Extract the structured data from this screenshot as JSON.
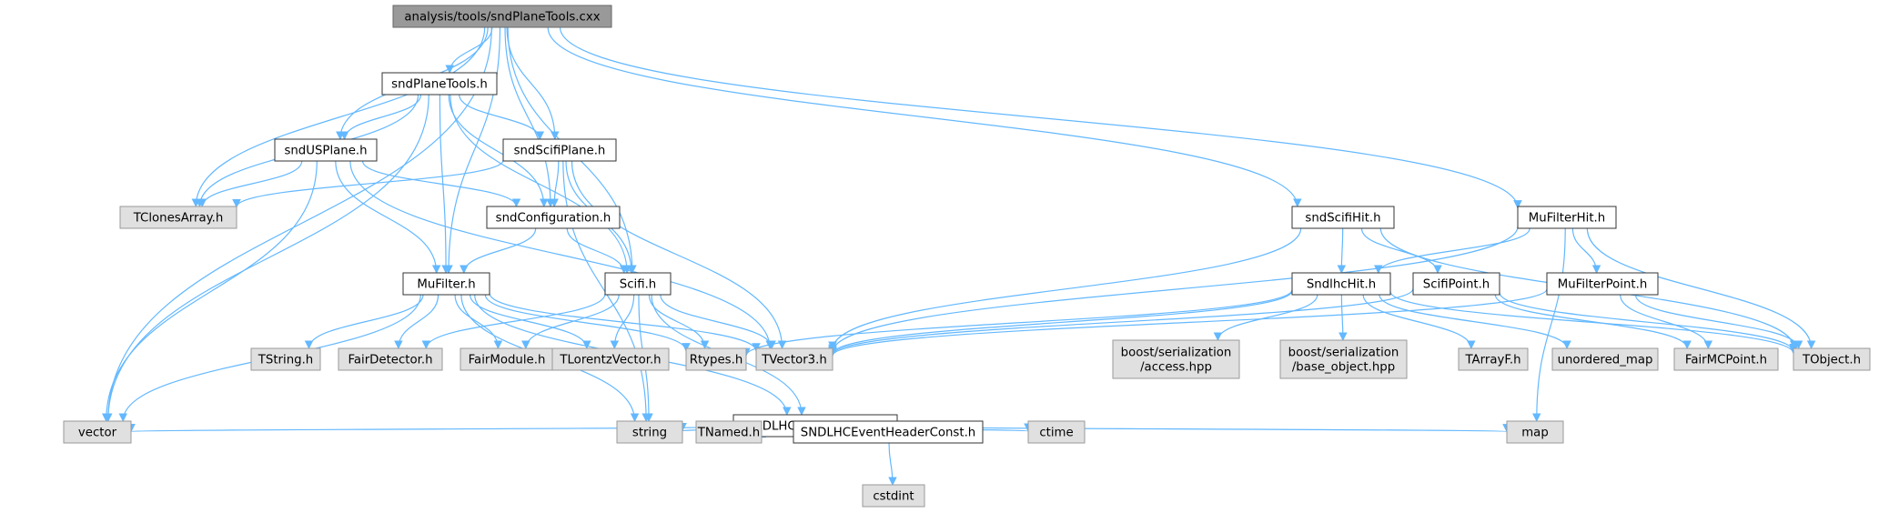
{
  "diagram": {
    "colors": {
      "edge": "#63b8ff",
      "root_fill": "#999999",
      "root_stroke": "#666666",
      "documented_fill": "#ffffff",
      "documented_stroke": "#333333",
      "external_fill": "#e0e0e0",
      "external_stroke": "#999999",
      "text": "#000000"
    },
    "nodes": [
      {
        "id": "root",
        "kind": "root",
        "lines": [
          "analysis/tools/sndPlaneTools.cxx"
        ]
      },
      {
        "id": "sndPlaneTools",
        "kind": "documented",
        "lines": [
          "sndPlaneTools.h"
        ]
      },
      {
        "id": "sndUSPlane",
        "kind": "documented",
        "lines": [
          "sndUSPlane.h"
        ]
      },
      {
        "id": "sndScifiPlane",
        "kind": "documented",
        "lines": [
          "sndScifiPlane.h"
        ]
      },
      {
        "id": "TClonesArray",
        "kind": "external",
        "lines": [
          "TClonesArray.h"
        ]
      },
      {
        "id": "sndConfiguration",
        "kind": "documented",
        "lines": [
          "sndConfiguration.h"
        ]
      },
      {
        "id": "MuFilter",
        "kind": "documented",
        "lines": [
          "MuFilter.h"
        ]
      },
      {
        "id": "Scifi",
        "kind": "documented",
        "lines": [
          "Scifi.h"
        ]
      },
      {
        "id": "sndScifiHit",
        "kind": "documented",
        "lines": [
          "sndScifiHit.h"
        ]
      },
      {
        "id": "MuFilterHit",
        "kind": "documented",
        "lines": [
          "MuFilterHit.h"
        ]
      },
      {
        "id": "SndlhcHit",
        "kind": "documented",
        "lines": [
          "SndlhcHit.h"
        ]
      },
      {
        "id": "ScifiPoint",
        "kind": "documented",
        "lines": [
          "ScifiPoint.h"
        ]
      },
      {
        "id": "MuFilterPoint",
        "kind": "documented",
        "lines": [
          "MuFilterPoint.h"
        ]
      },
      {
        "id": "TString",
        "kind": "external",
        "lines": [
          "TString.h"
        ]
      },
      {
        "id": "FairDetector",
        "kind": "external",
        "lines": [
          "FairDetector.h"
        ]
      },
      {
        "id": "FairModule",
        "kind": "external",
        "lines": [
          "FairModule.h"
        ]
      },
      {
        "id": "TLorentzVector",
        "kind": "external",
        "lines": [
          "TLorentzVector.h"
        ]
      },
      {
        "id": "SNDLHCEventHeader",
        "kind": "documented",
        "lines": [
          "SNDLHCEventHeader.h"
        ]
      },
      {
        "id": "Rtypes",
        "kind": "external",
        "lines": [
          "Rtypes.h"
        ]
      },
      {
        "id": "TVector3",
        "kind": "external",
        "lines": [
          "TVector3.h"
        ]
      },
      {
        "id": "boost_access",
        "kind": "external",
        "lines": [
          "boost/serialization",
          "/access.hpp"
        ]
      },
      {
        "id": "boost_base",
        "kind": "external",
        "lines": [
          "boost/serialization",
          "/base_object.hpp"
        ]
      },
      {
        "id": "TArrayF",
        "kind": "external",
        "lines": [
          "TArrayF.h"
        ]
      },
      {
        "id": "unordered_map",
        "kind": "external",
        "lines": [
          "unordered_map"
        ]
      },
      {
        "id": "FairMCPoint",
        "kind": "external",
        "lines": [
          "FairMCPoint.h"
        ]
      },
      {
        "id": "TObject",
        "kind": "external",
        "lines": [
          "TObject.h"
        ]
      },
      {
        "id": "vector",
        "kind": "external",
        "lines": [
          "vector"
        ]
      },
      {
        "id": "string",
        "kind": "external",
        "lines": [
          "string"
        ]
      },
      {
        "id": "TNamed",
        "kind": "external",
        "lines": [
          "TNamed.h"
        ]
      },
      {
        "id": "SNDLHCEventHeaderConst",
        "kind": "documented",
        "lines": [
          "SNDLHCEventHeaderConst.h"
        ]
      },
      {
        "id": "ctime",
        "kind": "external",
        "lines": [
          "ctime"
        ]
      },
      {
        "id": "map",
        "kind": "external",
        "lines": [
          "map"
        ]
      },
      {
        "id": "cstdint",
        "kind": "external",
        "lines": [
          "cstdint"
        ]
      }
    ],
    "edges": [
      [
        "root",
        "sndPlaneTools"
      ],
      [
        "root",
        "sndUSPlane"
      ],
      [
        "root",
        "sndScifiPlane"
      ],
      [
        "root",
        "TClonesArray"
      ],
      [
        "root",
        "sndConfiguration"
      ],
      [
        "root",
        "MuFilter"
      ],
      [
        "root",
        "Scifi"
      ],
      [
        "root",
        "vector"
      ],
      [
        "root",
        "sndScifiHit"
      ],
      [
        "root",
        "MuFilterHit"
      ],
      [
        "sndPlaneTools",
        "sndUSPlane"
      ],
      [
        "sndPlaneTools",
        "sndScifiPlane"
      ],
      [
        "sndPlaneTools",
        "TClonesArray"
      ],
      [
        "sndPlaneTools",
        "sndConfiguration"
      ],
      [
        "sndPlaneTools",
        "MuFilter"
      ],
      [
        "sndPlaneTools",
        "Scifi"
      ],
      [
        "sndPlaneTools",
        "vector"
      ],
      [
        "sndUSPlane",
        "TClonesArray"
      ],
      [
        "sndUSPlane",
        "sndConfiguration"
      ],
      [
        "sndUSPlane",
        "MuFilter"
      ],
      [
        "sndUSPlane",
        "TVector3"
      ],
      [
        "sndUSPlane",
        "vector"
      ],
      [
        "sndScifiPlane",
        "TClonesArray"
      ],
      [
        "sndScifiPlane",
        "sndConfiguration"
      ],
      [
        "sndScifiPlane",
        "Scifi"
      ],
      [
        "sndScifiPlane",
        "TVector3"
      ],
      [
        "sndScifiPlane",
        "string"
      ],
      [
        "sndConfiguration",
        "MuFilter"
      ],
      [
        "sndConfiguration",
        "Scifi"
      ],
      [
        "MuFilter",
        "TString"
      ],
      [
        "MuFilter",
        "FairDetector"
      ],
      [
        "MuFilter",
        "FairModule"
      ],
      [
        "MuFilter",
        "TLorentzVector"
      ],
      [
        "MuFilter",
        "SNDLHCEventHeader"
      ],
      [
        "MuFilter",
        "Rtypes"
      ],
      [
        "MuFilter",
        "TVector3"
      ],
      [
        "MuFilter",
        "vector"
      ],
      [
        "MuFilter",
        "string"
      ],
      [
        "Scifi",
        "FairDetector"
      ],
      [
        "Scifi",
        "FairModule"
      ],
      [
        "Scifi",
        "TLorentzVector"
      ],
      [
        "Scifi",
        "SNDLHCEventHeader"
      ],
      [
        "Scifi",
        "Rtypes"
      ],
      [
        "Scifi",
        "TVector3"
      ],
      [
        "Scifi",
        "string"
      ],
      [
        "SNDLHCEventHeader",
        "vector"
      ],
      [
        "SNDLHCEventHeader",
        "string"
      ],
      [
        "SNDLHCEventHeader",
        "TNamed"
      ],
      [
        "SNDLHCEventHeader",
        "SNDLHCEventHeaderConst"
      ],
      [
        "SNDLHCEventHeader",
        "ctime"
      ],
      [
        "SNDLHCEventHeader",
        "map"
      ],
      [
        "SNDLHCEventHeaderConst",
        "cstdint"
      ],
      [
        "sndScifiHit",
        "SndlhcHit"
      ],
      [
        "sndScifiHit",
        "ScifiPoint"
      ],
      [
        "sndScifiHit",
        "TVector3"
      ],
      [
        "sndScifiHit",
        "TObject"
      ],
      [
        "MuFilterHit",
        "SndlhcHit"
      ],
      [
        "MuFilterHit",
        "MuFilterPoint"
      ],
      [
        "MuFilterHit",
        "TVector3"
      ],
      [
        "MuFilterHit",
        "TObject"
      ],
      [
        "MuFilterHit",
        "map"
      ],
      [
        "SndlhcHit",
        "Rtypes"
      ],
      [
        "SndlhcHit",
        "TVector3"
      ],
      [
        "SndlhcHit",
        "boost_access"
      ],
      [
        "SndlhcHit",
        "boost_base"
      ],
      [
        "SndlhcHit",
        "TArrayF"
      ],
      [
        "SndlhcHit",
        "unordered_map"
      ],
      [
        "SndlhcHit",
        "TObject"
      ],
      [
        "ScifiPoint",
        "TVector3"
      ],
      [
        "ScifiPoint",
        "FairMCPoint"
      ],
      [
        "ScifiPoint",
        "TObject"
      ],
      [
        "MuFilterPoint",
        "TVector3"
      ],
      [
        "MuFilterPoint",
        "FairMCPoint"
      ],
      [
        "MuFilterPoint",
        "TObject"
      ]
    ]
  }
}
